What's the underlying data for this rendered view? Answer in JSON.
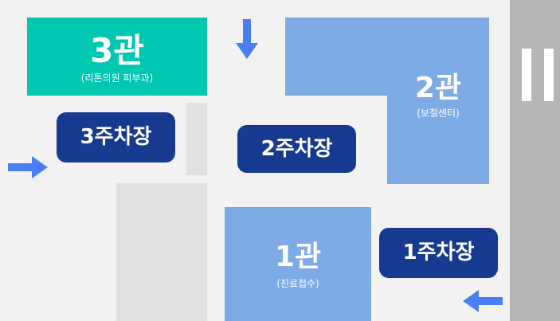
{
  "colors": {
    "background": "#f2f2f2",
    "road": "#b5b5b5",
    "building_3": "#00c7b1",
    "building_1_2": "#7eaae5",
    "parking_badge": "#153a8f",
    "arrow": "#4a7ef5"
  },
  "buildings": {
    "b3": {
      "name": "3관",
      "sub": "(리톤의원 피부과)"
    },
    "b2": {
      "name": "2관",
      "sub": "(보철센터)"
    },
    "b1": {
      "name": "1관",
      "sub": "(진료접수)"
    }
  },
  "parking": {
    "p3": "3주차장",
    "p2": "2주차장",
    "p1": "1주차장"
  },
  "arrows": {
    "a1": "arrow-down",
    "a2": "arrow-right",
    "a3": "arrow-left"
  }
}
